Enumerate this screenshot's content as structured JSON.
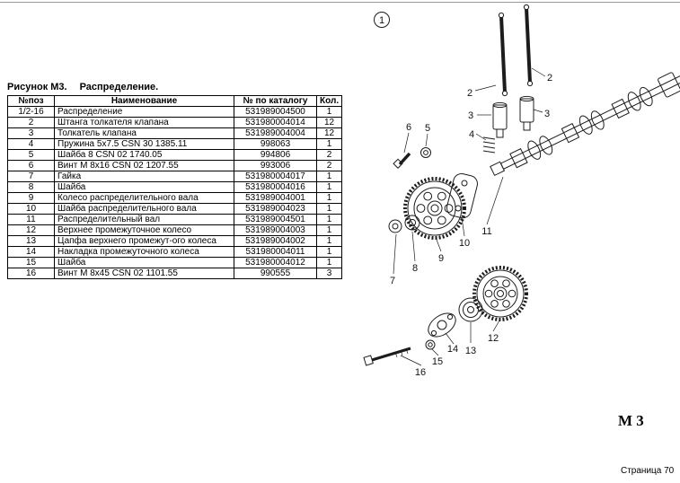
{
  "page": {
    "figure_caption_label": "Рисунок М3.",
    "figure_caption_title": "Распределение.",
    "figure_code": "М 3",
    "page_number": "Страница 70"
  },
  "table": {
    "headers": [
      "№поз",
      "Наименование",
      "№ по каталогу",
      "Кол."
    ],
    "rows": [
      {
        "pos": "1/2-16",
        "name": "Распределение",
        "cat": "531989004500",
        "qty": "1"
      },
      {
        "pos": "2",
        "name": "Штанга толкателя клапана",
        "cat": "531980004014",
        "qty": "12"
      },
      {
        "pos": "3",
        "name": "Толкатель клапана",
        "cat": "531989004004",
        "qty": "12"
      },
      {
        "pos": "4",
        "name": "Пружина 5х7.5 CSN 30 1385.11",
        "cat": "998063",
        "qty": "1"
      },
      {
        "pos": "5",
        "name": "Шайба 8 CSN 02 1740.05",
        "cat": "994806",
        "qty": "2"
      },
      {
        "pos": "6",
        "name": "Винт М 8х16 CSN 02 1207.55",
        "cat": "993006",
        "qty": "2"
      },
      {
        "pos": "7",
        "name": "Гайка",
        "cat": "531980004017",
        "qty": "1"
      },
      {
        "pos": "8",
        "name": "Шайба",
        "cat": "531980004016",
        "qty": "1"
      },
      {
        "pos": "9",
        "name": "Колесо распределительного вала",
        "cat": "531989004001",
        "qty": "1"
      },
      {
        "pos": "10",
        "name": "Шайба распределительного вала",
        "cat": "531989004023",
        "qty": "1"
      },
      {
        "pos": "11",
        "name": "Распределительный вал",
        "cat": "531989004501",
        "qty": "1"
      },
      {
        "pos": "12",
        "name": "Верхнее промежуточное колесо",
        "cat": "531989004003",
        "qty": "1"
      },
      {
        "pos": "13",
        "name": "Цапфа верхнего промежут-ого колеса",
        "cat": "531989004002",
        "qty": "1"
      },
      {
        "pos": "14",
        "name": "Накладка промежуточного колеса",
        "cat": "531980004011",
        "qty": "1"
      },
      {
        "pos": "15",
        "name": "Шайба",
        "cat": "531980004012",
        "qty": "1"
      },
      {
        "pos": "16",
        "name": "Винт М 8х45 CSN 02 1101.55",
        "cat": "990555",
        "qty": "3"
      }
    ]
  },
  "callouts": {
    "1": "1",
    "2": "2",
    "3": "3",
    "4": "4",
    "5": "5",
    "6": "6",
    "7": "7",
    "8": "8",
    "9": "9",
    "10": "10",
    "11": "11",
    "12": "12",
    "13": "13",
    "14": "14",
    "15": "15",
    "16": "16"
  }
}
